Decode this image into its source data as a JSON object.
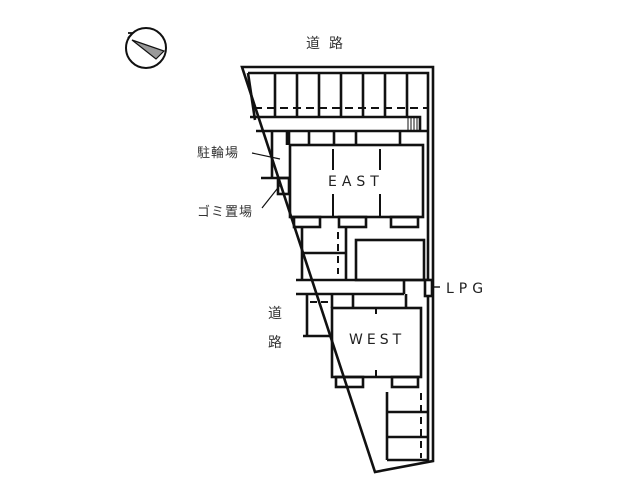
{
  "diagram": {
    "type": "site-plan",
    "compass": {
      "icon": "north-arrow-icon",
      "direction": "north-west"
    },
    "labels": {
      "road_top": "道路",
      "road_side_1": "道",
      "road_side_2": "路",
      "bicycle_parking": "駐輪場",
      "garbage_area": "ゴミ置場",
      "building_east": "EAST",
      "building_west": "WEST",
      "lpg": "LPG"
    },
    "parking": {
      "top_row_spaces": 8,
      "bottom_right_spaces": 3
    },
    "colors": {
      "line": "#111111",
      "label": "#333333",
      "background": "#ffffff"
    }
  }
}
